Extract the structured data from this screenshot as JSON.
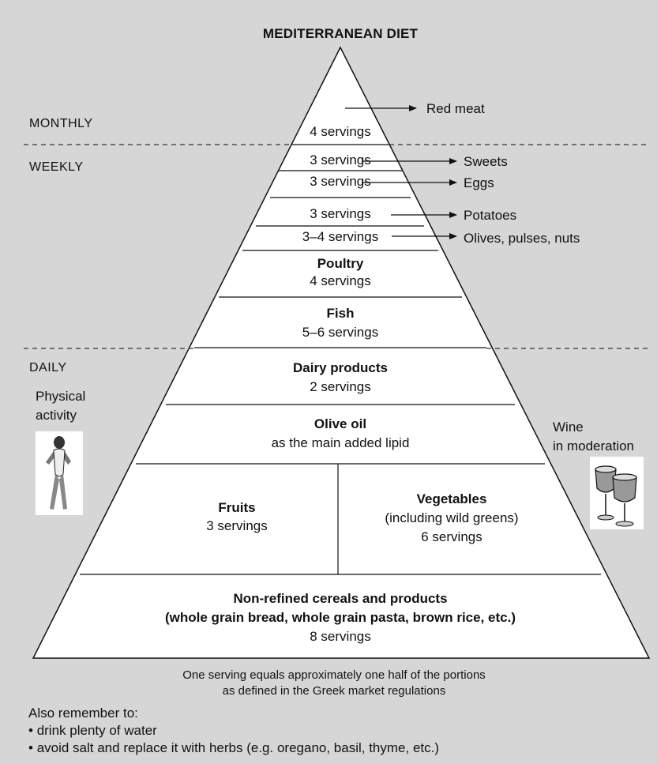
{
  "title": "MEDITERRANEAN DIET",
  "frequency_labels": {
    "monthly": "MONTHLY",
    "weekly": "WEEKLY",
    "daily": "DAILY"
  },
  "side": {
    "physical_activity": [
      "Physical",
      "activity"
    ],
    "wine": [
      "Wine",
      "in moderation"
    ]
  },
  "tiers": {
    "red_meat": {
      "servings": "4 servings",
      "food": "Red meat"
    },
    "sweets": {
      "servings": "3 servings",
      "food": "Sweets"
    },
    "eggs": {
      "servings": "3 servings",
      "food": "Eggs"
    },
    "potatoes": {
      "servings": "3 servings",
      "food": "Potatoes"
    },
    "olives": {
      "servings": "3–4 servings",
      "food": "Olives, pulses, nuts"
    },
    "poultry": {
      "name": "Poultry",
      "servings": "4 servings"
    },
    "fish": {
      "name": "Fish",
      "servings": "5–6 servings"
    },
    "dairy": {
      "name": "Dairy products",
      "servings": "2 servings"
    },
    "olive_oil": {
      "name": "Olive oil",
      "note": "as the main added lipid"
    },
    "fruits": {
      "name": "Fruits",
      "servings": "3 servings"
    },
    "vegetables": {
      "name": "Vegetables",
      "note": "(including wild greens)",
      "servings": "6 servings"
    },
    "cereals": {
      "name": "Non-refined cereals and products",
      "note": "(whole grain bread, whole grain pasta, brown rice, etc.)",
      "servings": "8 servings"
    }
  },
  "footnote": [
    "One serving equals approximately one half of the portions",
    "as defined in the Greek market regulations"
  ],
  "remember": {
    "heading": "Also remember to:",
    "items": [
      "drink plenty of water",
      "avoid salt and replace it with herbs (e.g. oregano, basil, thyme, etc.)"
    ]
  },
  "colors": {
    "background": "#d6d6d6",
    "pyramid": "#ffffff",
    "line": "#111111"
  }
}
